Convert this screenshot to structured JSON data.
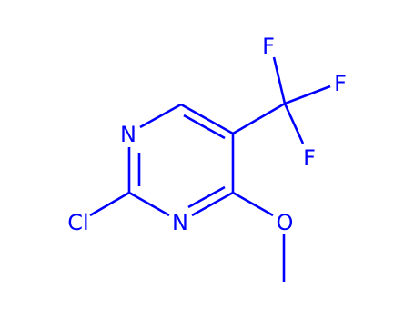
{
  "molecule": {
    "color": "#0000ff",
    "background": "#ffffff",
    "atoms": {
      "n1": "N",
      "n3": "N",
      "cl": "Cl",
      "o": "O",
      "f1": "F",
      "f2": "F",
      "f3": "F"
    }
  }
}
